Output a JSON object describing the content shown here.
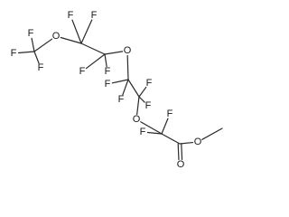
{
  "molecule": {
    "bonds": [
      {
        "from": "F_cf3_1",
        "to": "C_cf3"
      },
      {
        "from": "F_cf3_2",
        "to": "C_cf3"
      },
      {
        "from": "C_cf3",
        "to": "F_cf3_3"
      },
      {
        "from": "C_cf3",
        "to": "O1"
      },
      {
        "from": "O1",
        "to": "C_a"
      },
      {
        "from": "C_a",
        "to": "F_a1"
      },
      {
        "from": "C_a",
        "to": "F_a2"
      },
      {
        "from": "C_a",
        "to": "C_b"
      },
      {
        "from": "C_b",
        "to": "F_b1"
      },
      {
        "from": "C_b",
        "to": "F_b2"
      },
      {
        "from": "C_b",
        "to": "O2"
      },
      {
        "from": "O2",
        "to": "C_c"
      },
      {
        "from": "C_c",
        "to": "F_c1"
      },
      {
        "from": "C_c",
        "to": "F_c2"
      },
      {
        "from": "C_c",
        "to": "C_d"
      },
      {
        "from": "C_d",
        "to": "F_d1"
      },
      {
        "from": "C_d",
        "to": "F_d2"
      },
      {
        "from": "C_d",
        "to": "O3"
      },
      {
        "from": "O3",
        "to": "C_e"
      },
      {
        "from": "C_e",
        "to": "F_e1"
      },
      {
        "from": "C_e",
        "to": "F_e2"
      },
      {
        "from": "C_e",
        "to": "C_carbonyl"
      },
      {
        "from": "C_carbonyl",
        "to": "O_double",
        "order": 2
      },
      {
        "from": "C_carbonyl",
        "to": "O_ester"
      },
      {
        "from": "O_ester",
        "to": "C_methyl"
      }
    ],
    "atoms": [
      {
        "id": "F_cf3_1",
        "label": "F"
      },
      {
        "id": "F_cf3_2",
        "label": "F"
      },
      {
        "id": "F_cf3_3",
        "label": "F"
      },
      {
        "id": "C_cf3",
        "label": ""
      },
      {
        "id": "O1",
        "label": "O"
      },
      {
        "id": "F_a1",
        "label": "F"
      },
      {
        "id": "F_a2",
        "label": "F"
      },
      {
        "id": "C_a",
        "label": ""
      },
      {
        "id": "F_b1",
        "label": "F"
      },
      {
        "id": "F_b2",
        "label": "F"
      },
      {
        "id": "C_b",
        "label": ""
      },
      {
        "id": "O2",
        "label": "O"
      },
      {
        "id": "F_c1",
        "label": "F"
      },
      {
        "id": "F_c2",
        "label": "F"
      },
      {
        "id": "C_c",
        "label": ""
      },
      {
        "id": "F_d1",
        "label": "F"
      },
      {
        "id": "F_d2",
        "label": "F"
      },
      {
        "id": "C_d",
        "label": ""
      },
      {
        "id": "O3",
        "label": "O"
      },
      {
        "id": "F_e1",
        "label": "F"
      },
      {
        "id": "F_e2",
        "label": "F"
      },
      {
        "id": "C_e",
        "label": ""
      },
      {
        "id": "C_carbonyl",
        "label": ""
      },
      {
        "id": "O_double",
        "label": "O"
      },
      {
        "id": "O_ester",
        "label": "O"
      },
      {
        "id": "C_methyl",
        "label": ""
      }
    ]
  }
}
